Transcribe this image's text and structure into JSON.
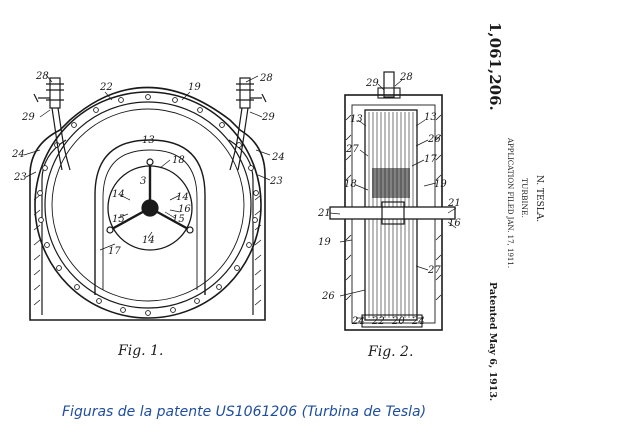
{
  "caption": "Figuras de la patente US1061206 (Turbina de Tesla)",
  "figure_labels": {
    "fig1": "Fig. 1.",
    "fig2": "Fig. 2."
  },
  "header": {
    "patent_number": "1,061,206.",
    "inventor": "N. TESLA.",
    "title": "TURBINE.",
    "application": "APPLICATION FILED JAN. 17, 1911.",
    "patented": "Patented May 6, 1913."
  },
  "fig1_callouts": [
    "28",
    "22",
    "19",
    "28",
    "29",
    "29",
    "13",
    "24",
    "24",
    "23",
    "23",
    "18",
    "14",
    "14",
    "15",
    "16",
    "15",
    "17",
    "14",
    "3"
  ],
  "fig2_callouts": [
    "29",
    "28",
    "13",
    "13",
    "26",
    "27",
    "17",
    "18",
    "19",
    "21",
    "21",
    "16",
    "19",
    "27",
    "26",
    "24",
    "22",
    "24",
    "20"
  ],
  "colors": {
    "ink": "#1a1a1a",
    "caption": "#1f4e9c",
    "background": "#ffffff"
  }
}
